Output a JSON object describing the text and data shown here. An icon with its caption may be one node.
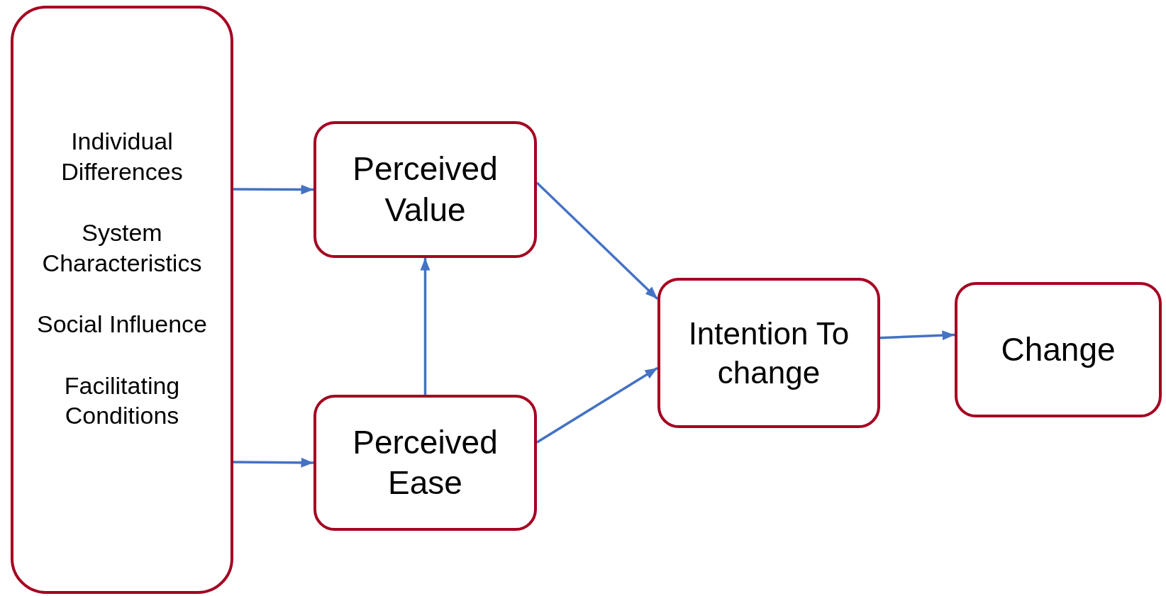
{
  "diagram": {
    "nodes": [
      {
        "text": [
          "Individual Differences",
          "System Characteristics",
          "Social Influence",
          "Facilitating Conditions"
        ]
      },
      {
        "text": [
          "Perceived Value"
        ]
      },
      {
        "text": [
          "Perceived Ease"
        ]
      },
      {
        "text": [
          "Intention To change"
        ]
      },
      {
        "text": [
          "Change"
        ]
      }
    ],
    "edges": [
      {
        "from": 0,
        "to": 1,
        "arrow": "to"
      },
      {
        "from": 0,
        "to": 2,
        "arrow": "to"
      },
      {
        "from": 2,
        "to": 1,
        "arrow": "to"
      },
      {
        "from": 1,
        "to": 3,
        "arrow": "to"
      },
      {
        "from": 2,
        "to": 3,
        "arrow": "to"
      },
      {
        "from": 3,
        "to": 4,
        "arrow": "to"
      }
    ]
  }
}
